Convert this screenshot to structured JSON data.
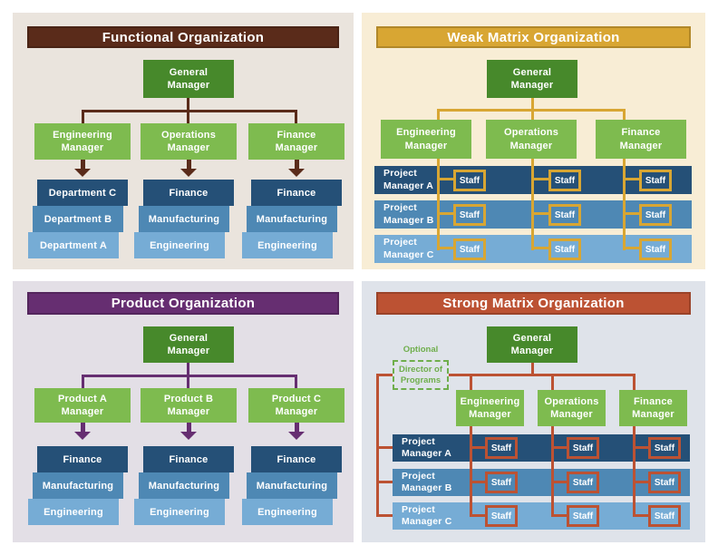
{
  "palette": {
    "functional_accent": "#5A2B1A",
    "functional_bg": "#EAE4DD",
    "weak_accent": "#D8A633",
    "weak_bg": "#F8EDD5",
    "product_accent": "#662E71",
    "product_bg": "#E3DFE6",
    "strong_accent": "#BC5233",
    "strong_bg": "#DFE3EA",
    "gm_green": "#47892B",
    "manager_green": "#7EBB4F",
    "blue_dark": "#255077",
    "blue_mid": "#4E88B4",
    "blue_light": "#76ACD5",
    "optional_green": "#6FAE4C"
  },
  "functional": {
    "title": "Functional Organization",
    "general_manager": "General\nManager",
    "managers": [
      "Engineering\nManager",
      "Operations\nManager",
      "Finance\nManager"
    ],
    "stacks": [
      [
        "Department C",
        "Department B",
        "Department A"
      ],
      [
        "Finance",
        "Manufacturing",
        "Engineering"
      ],
      [
        "Finance",
        "Manufacturing",
        "Engineering"
      ]
    ]
  },
  "weak_matrix": {
    "title": "Weak Matrix Organization",
    "general_manager": "General\nManager",
    "managers": [
      "Engineering\nManager",
      "Operations\nManager",
      "Finance\nManager"
    ],
    "rows": [
      {
        "label": "Project\nManager A",
        "staff": [
          "Staff",
          "Staff",
          "Staff"
        ]
      },
      {
        "label": "Project\nManager B",
        "staff": [
          "Staff",
          "Staff",
          "Staff"
        ]
      },
      {
        "label": "Project\nManager C",
        "staff": [
          "Staff",
          "Staff",
          "Staff"
        ]
      }
    ]
  },
  "product": {
    "title": "Product Organization",
    "general_manager": "General\nManager",
    "managers": [
      "Product A\nManager",
      "Product B\nManager",
      "Product C\nManager"
    ],
    "stacks": [
      [
        "Finance",
        "Manufacturing",
        "Engineering"
      ],
      [
        "Finance",
        "Manufacturing",
        "Engineering"
      ],
      [
        "Finance",
        "Manufacturing",
        "Engineering"
      ]
    ]
  },
  "strong_matrix": {
    "title": "Strong Matrix Organization",
    "general_manager": "General\nManager",
    "optional_label": "Optional",
    "director": "Director of\nPrograms",
    "managers": [
      "Engineering\nManager",
      "Operations\nManager",
      "Finance\nManager"
    ],
    "rows": [
      {
        "label": "Project\nManager A",
        "staff": [
          "Staff",
          "Staff",
          "Staff"
        ]
      },
      {
        "label": "Project\nManager B",
        "staff": [
          "Staff",
          "Staff",
          "Staff"
        ]
      },
      {
        "label": "Project\nManager C",
        "staff": [
          "Staff",
          "Staff",
          "Staff"
        ]
      }
    ]
  }
}
